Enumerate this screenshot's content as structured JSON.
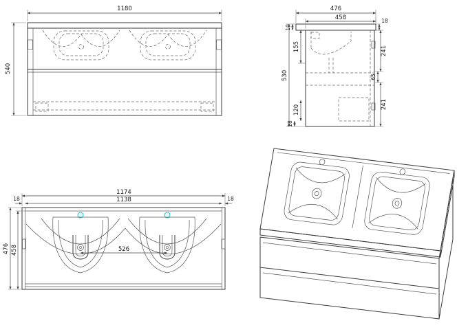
{
  "drawing": {
    "front": {
      "width": "1180",
      "height": "540"
    },
    "side": {
      "depth": "476",
      "cabinet_depth": "458",
      "front_overhang": "10",
      "back_edge": "18",
      "basin_depth": "155",
      "upper_right_height": "241",
      "height": "530",
      "mid_right_height": "65",
      "lower_left_height": "120",
      "bottom_thickness": "18",
      "lower_right_height": "241"
    },
    "plan": {
      "outer_width": "1174",
      "inner_width": "1138",
      "left_margin": "18",
      "right_margin": "18",
      "depth": "476",
      "inner_depth": "458",
      "basin_center_distance": "526"
    }
  },
  "colors": {
    "line": "#3a3a3a",
    "dim": "#444444",
    "faucet_accent": "#2bc5d8"
  }
}
